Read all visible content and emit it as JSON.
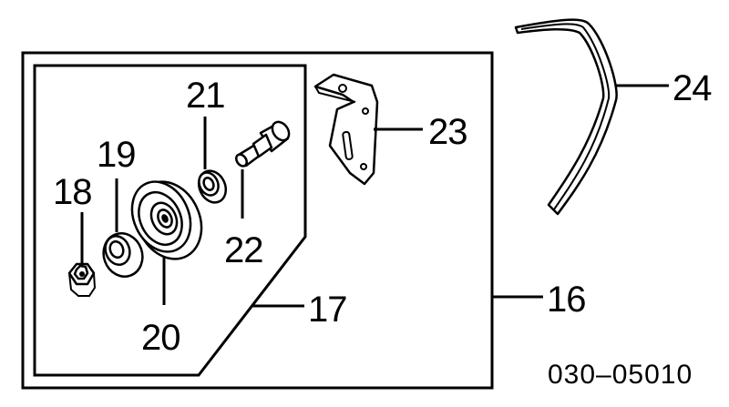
{
  "callouts": {
    "p16": "16",
    "p17": "17",
    "p18": "18",
    "p19": "19",
    "p20": "20",
    "p21": "21",
    "p22": "22",
    "p23": "23",
    "p24": "24"
  },
  "diagram_code": "030–05010",
  "colors": {
    "ink": "#000000",
    "paper": "#ffffff"
  }
}
